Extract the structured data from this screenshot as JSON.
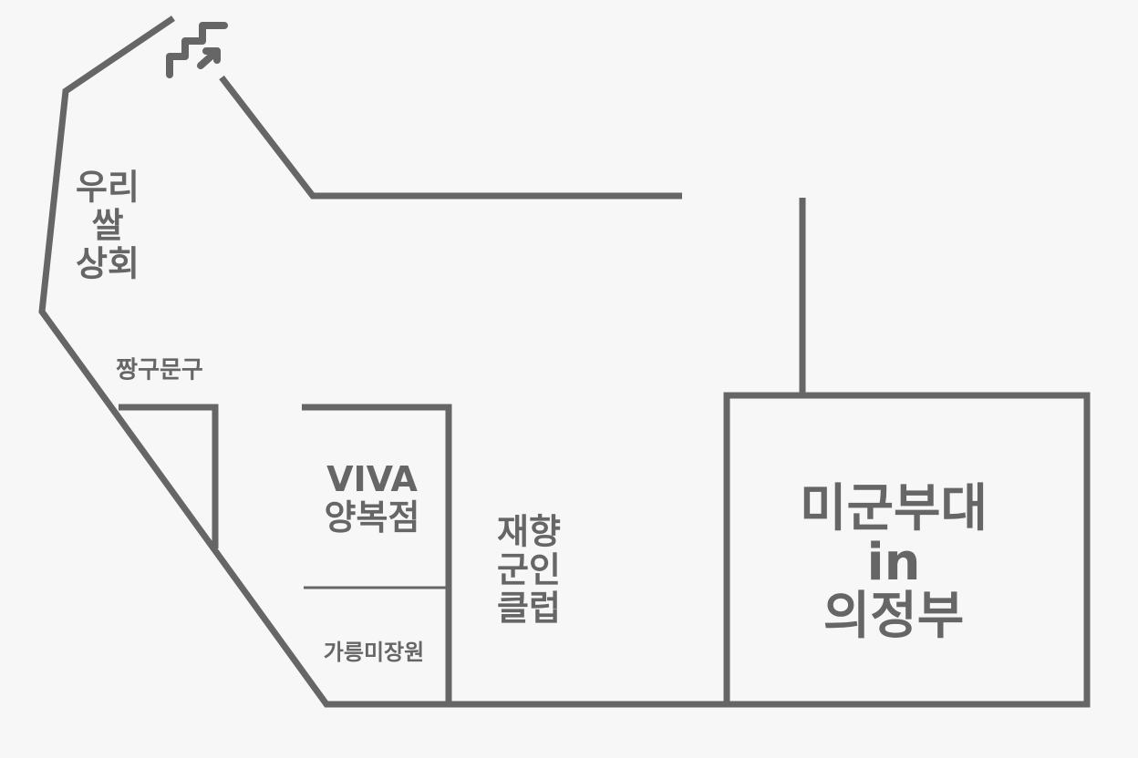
{
  "map": {
    "line_color": "#666666",
    "background": "#f7f7f7",
    "stairs_icon": "stairs-up-icon",
    "labels": {
      "rice_shop": [
        "우리",
        "쌀",
        "상회"
      ],
      "stationery": "짱구문구",
      "tailor": [
        "VIVA",
        "양복점"
      ],
      "salon": "가릉미장원",
      "veterans_club": [
        "재향",
        "군인",
        "클럽"
      ],
      "us_base": [
        "미군부대",
        "in",
        "의정부"
      ]
    }
  }
}
